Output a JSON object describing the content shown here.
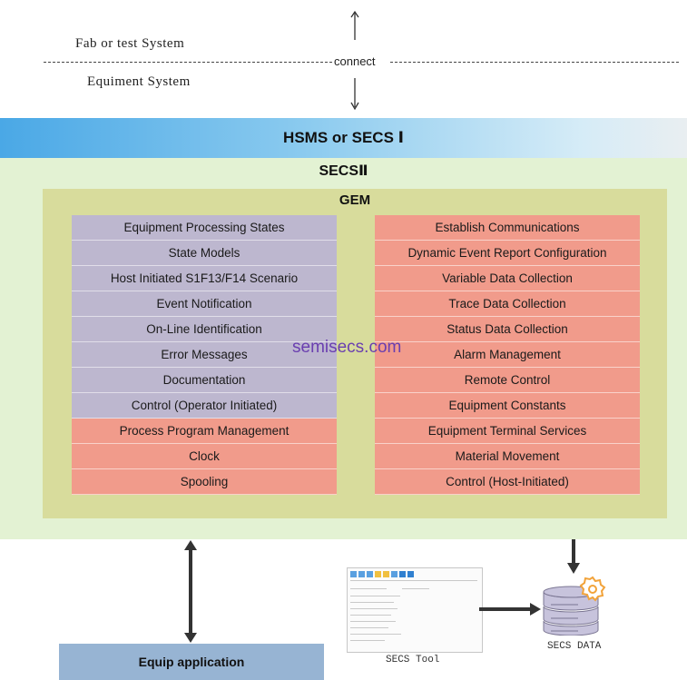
{
  "top": {
    "upper_label": "Fab or test System",
    "connect_label": "connect",
    "lower_label": "Equiment System"
  },
  "layers": {
    "hsms": "HSMS or SECS Ⅰ",
    "secs2": "SECSⅡ",
    "gem": "GEM"
  },
  "gem_left": [
    {
      "label": "Equipment Processing States",
      "color": "purple"
    },
    {
      "label": "State Models",
      "color": "purple"
    },
    {
      "label": "Host Initiated S1F13/F14 Scenario",
      "color": "purple"
    },
    {
      "label": "Event Notification",
      "color": "purple"
    },
    {
      "label": "On-Line Identification",
      "color": "purple"
    },
    {
      "label": "Error Messages",
      "color": "purple"
    },
    {
      "label": "Documentation",
      "color": "purple"
    },
    {
      "label": "Control (Operator Initiated)",
      "color": "purple"
    },
    {
      "label": "Process Program Management",
      "color": "salmon"
    },
    {
      "label": "Clock",
      "color": "salmon"
    },
    {
      "label": "Spooling",
      "color": "salmon"
    }
  ],
  "gem_right": [
    {
      "label": "Establish Communications",
      "color": "salmon"
    },
    {
      "label": "Dynamic Event Report Configuration",
      "color": "salmon"
    },
    {
      "label": "Variable Data Collection",
      "color": "salmon"
    },
    {
      "label": "Trace Data Collection",
      "color": "salmon"
    },
    {
      "label": "Status Data Collection",
      "color": "salmon"
    },
    {
      "label": "Alarm Management",
      "color": "salmon"
    },
    {
      "label": "Remote Control",
      "color": "salmon"
    },
    {
      "label": "Equipment Constants",
      "color": "salmon"
    },
    {
      "label": "Equipment Terminal Services",
      "color": "salmon"
    },
    {
      "label": "Material Movement",
      "color": "salmon"
    },
    {
      "label": "Control (Host-Initiated)",
      "color": "salmon"
    }
  ],
  "watermark": "semisecs.com",
  "bottom": {
    "equip_application": "Equip  application",
    "secs_tool_caption": "SECS Tool",
    "secs_data_caption": "SECS DATA"
  },
  "colors": {
    "purple_cell": "#bdb7cf",
    "salmon_cell": "#f19b8b",
    "secs2_background": "#e3f2d3",
    "gem_background": "#d8dc9c",
    "hsms_gradient_start": "#4aa8e6",
    "equip_application": "#97b4d3",
    "arrow": "#333333",
    "database_icon": "#c7c3dc",
    "gear_icon": "#f2a33a"
  }
}
